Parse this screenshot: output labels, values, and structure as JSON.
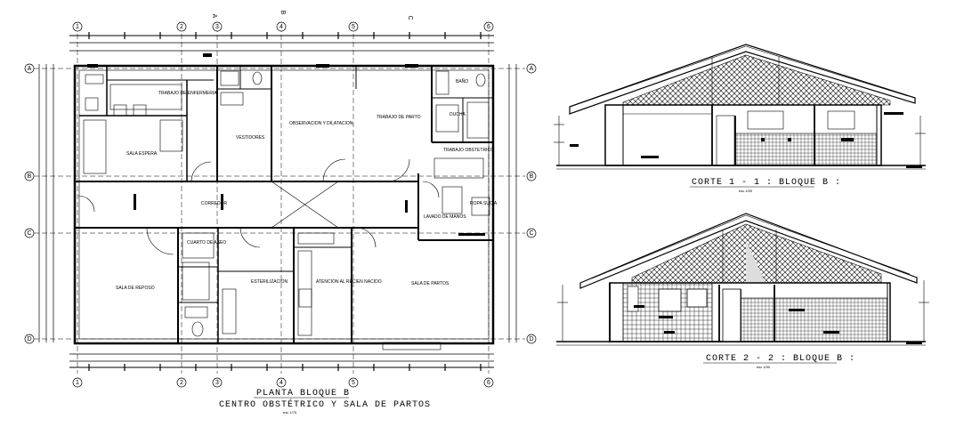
{
  "plan": {
    "title": "PLANTA  BLOQUE  B",
    "subtitle": "CENTRO OBSTÉTRICO Y SALA DE PARTOS",
    "scale": "esc    1/75",
    "rooms": {
      "trabajo_enfermeria": "TRABAJO DE ENFERMERIA",
      "vestidores": "VESTIDORES",
      "observacion": "OBSERVACION Y DILATACION",
      "trabajo_parto": "TRABAJO DE PARTO",
      "sala_espera": "SALA ESPERA",
      "trabajo_obstetrico": "TRABAJO OBSTETRICO",
      "corredor": "CORREDOR",
      "lavado_manos": "LAVADO DE MANOS",
      "ropa_sucia": "ROPA SUCIA",
      "sala_reposo": "SALA DE REPOSO",
      "cuarto_aseo": "CUARTO DE ASEO",
      "esterilizacion": "ESTERILIZACION",
      "atencion_rn": "ATENCION AL RECIEN NACIDO",
      "sala_partos": "SALA DE PARTOS",
      "bano": "BAÑO",
      "ducha": "DUCHA"
    },
    "axes_top": [
      "1",
      "2",
      "3",
      "4",
      "5",
      "6"
    ],
    "axes_top_letters": [
      "A",
      "B",
      "C"
    ],
    "axes_left": [
      "A",
      "B",
      "C",
      "D"
    ]
  },
  "section1": {
    "title": "CORTE  1 - 1 :  BLOQUE  B :",
    "scale": "esc    1/50"
  },
  "section2": {
    "title": "CORTE  2 - 2 :  BLOQUE  B :",
    "scale": "esc    1/50"
  }
}
